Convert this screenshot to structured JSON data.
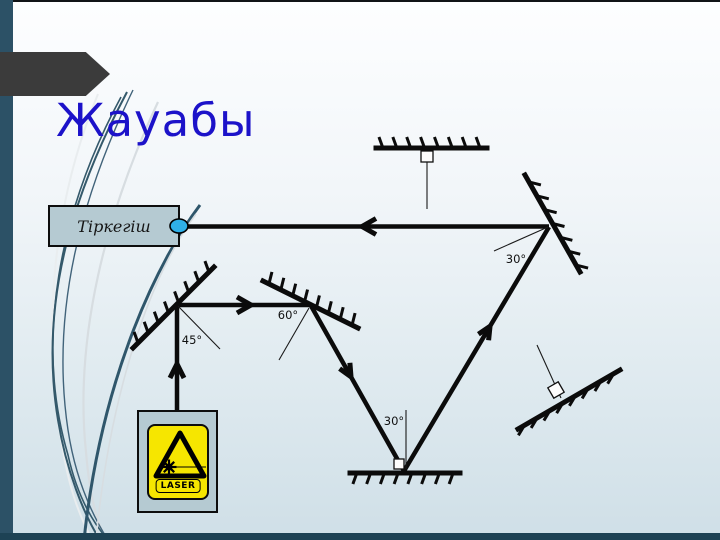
{
  "slide": {
    "title": "Жауабы",
    "title_color": "#1C12C9",
    "bar_color": "#1D4254"
  },
  "diagram": {
    "detector": {
      "label": "Тіркегіш",
      "box_fill": "#B5CAD2"
    },
    "laser": {
      "label": "LASER",
      "sign_color": "#F6E600"
    },
    "connector_dot_color": "#2FB0E8",
    "angle_labels": [
      {
        "id": "top-right-mirror",
        "value": "30°"
      },
      {
        "id": "left-mirror",
        "value": "45°"
      },
      {
        "id": "middle-mirror",
        "value": "60°"
      },
      {
        "id": "bottom-mirror",
        "value": "30°"
      }
    ]
  }
}
